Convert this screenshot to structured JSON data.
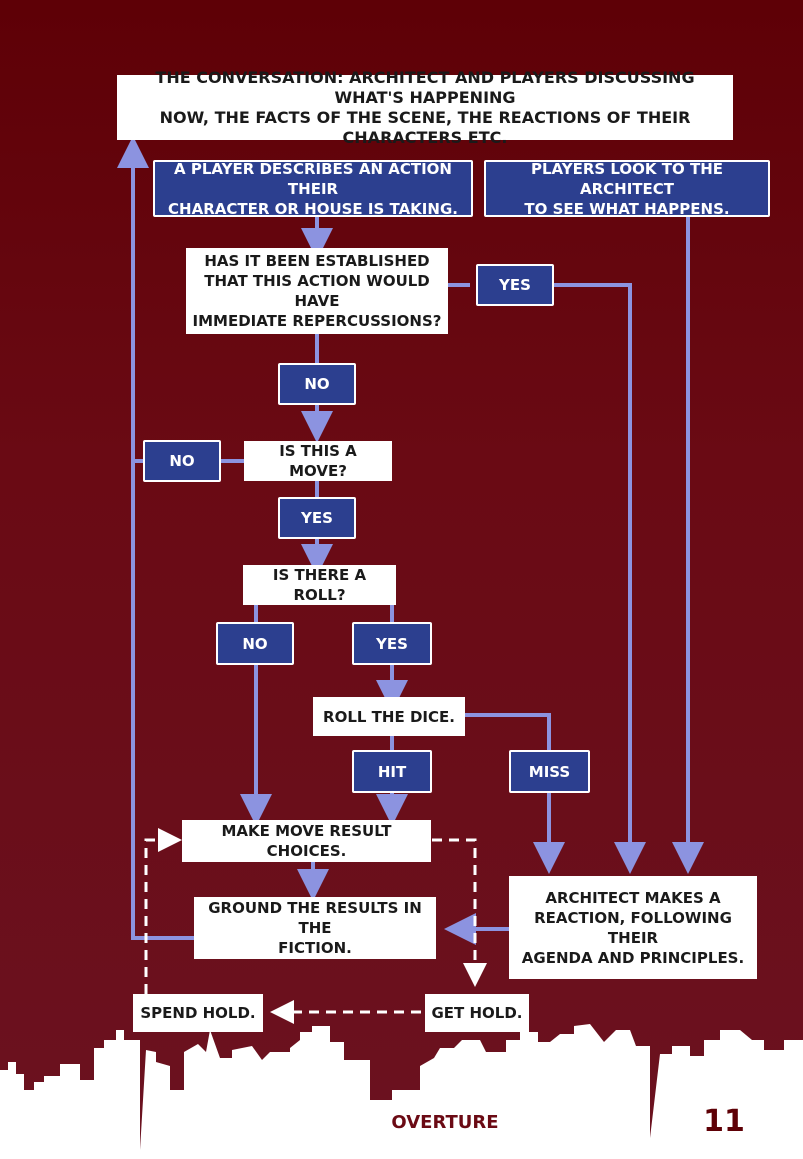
{
  "colors": {
    "background": "#5e0006",
    "box_blue": "#2c3f8f",
    "connector": "#8c93e0",
    "skyline": "#ffffff"
  },
  "nodes": {
    "conversation": "THE CONVERSATION: ARCHITECT AND PLAYERS DISCUSSING WHAT'S HAPPENING\nNOW, THE FACTS OF THE SCENE, THE REACTIONS OF THEIR CHARACTERS ETC.",
    "player_action": "A PLAYER DESCRIBES AN ACTION THEIR\nCHARACTER OR HOUSE IS TAKING.",
    "look_to_architect": "PLAYERS LOOK TO THE ARCHITECT\nTO SEE WHAT HAPPENS.",
    "established": "HAS IT BEEN ESTABLISHED\nTHAT THIS ACTION WOULD HAVE\nIMMEDIATE REPERCUSSIONS?",
    "yes_1": "YES",
    "no_1": "NO",
    "is_move": "IS THIS A MOVE?",
    "no_2": "NO",
    "yes_2": "YES",
    "is_roll": "IS THERE A ROLL?",
    "no_3": "NO",
    "yes_3": "YES",
    "roll_dice": "ROLL THE DICE.",
    "hit": "HIT",
    "miss": "MISS",
    "make_choices": "MAKE MOVE RESULT CHOICES.",
    "ground_results": "GROUND THE RESULTS IN THE\nFICTION.",
    "architect_reaction": "ARCHITECT MAKES A\nREACTION, FOLLOWING THEIR\nAGENDA AND PRINCIPLES.",
    "spend_hold": "SPEND HOLD.",
    "get_hold": "GET HOLD."
  },
  "footer": {
    "section": "OVERTURE",
    "page": "11"
  }
}
